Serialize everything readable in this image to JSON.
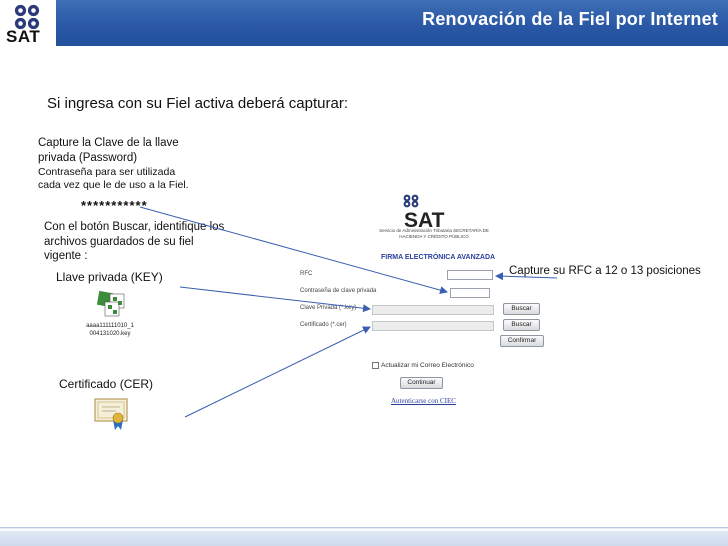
{
  "header": {
    "logo_text": "SAT",
    "title": "Renovación de la Fiel por Internet"
  },
  "subtitle": "Si ingresa con su Fiel activa deberá capturar:",
  "notes": {
    "capture_key_line1": "Capture la Clave de la llave",
    "capture_key_line2": "privada (Password)",
    "capture_key_line3": "Contraseña para ser utilizada",
    "capture_key_line4": "cada vez que le de uso a la Fiel.",
    "stars": "***********",
    "buscar_line1": "Con el botón Buscar, identifique los",
    "buscar_line2": "archivos guardados de su fiel",
    "buscar_line3": "vigente :",
    "key_label": "Llave privada (KEY)",
    "key_file_caption": "aaaa111111010_1 004131020.key",
    "cer_label": "Certificado (CER)",
    "rfc_note": "Capture su RFC a 12 o 13 posiciones"
  },
  "form": {
    "logo_text": "SAT",
    "logo_sub": "Servicio de Administración Tributaria SECRETARÍA DE HACIENDA Y CRÉDITO PÚBLICO",
    "header": "FIRMA ELECTRÓNICA AVANZADA",
    "rfc_label": "RFC",
    "password_label": "Contraseña de clave privada",
    "key_label": "Clave Privada (*.key)",
    "cert_label": "Certificado (*.cer)",
    "buscar_1": "Buscar",
    "buscar_2": "Buscar",
    "confirmar": "Confirmar",
    "checkbox_label": "Actualizar mi Correo Electrónico",
    "continuar": "Continuar",
    "link": "Autenticarse con CIEC"
  },
  "colors": {
    "header_blue": "#2a58a6",
    "arrow_blue": "#3a5fb0",
    "form_header_blue": "#2a3f9c"
  }
}
